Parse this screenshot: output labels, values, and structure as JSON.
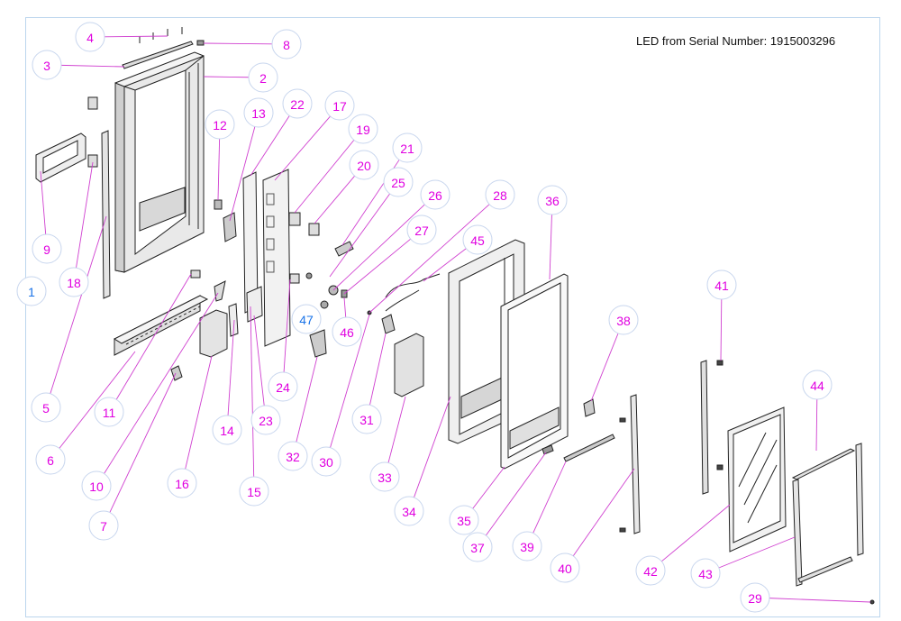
{
  "note": "LED from Serial Number: 1915003296",
  "colors": {
    "callout": "#e000e0",
    "callout_blue": "#1a73e8",
    "circle_stroke": "#c8d6ee",
    "leader": "#d040d0",
    "line": "#222222"
  },
  "callouts": [
    {
      "n": "1",
      "blue": true
    },
    {
      "n": "2"
    },
    {
      "n": "3"
    },
    {
      "n": "4"
    },
    {
      "n": "5"
    },
    {
      "n": "6"
    },
    {
      "n": "7"
    },
    {
      "n": "8"
    },
    {
      "n": "9"
    },
    {
      "n": "10"
    },
    {
      "n": "11"
    },
    {
      "n": "12"
    },
    {
      "n": "13"
    },
    {
      "n": "14"
    },
    {
      "n": "15"
    },
    {
      "n": "16"
    },
    {
      "n": "17"
    },
    {
      "n": "18"
    },
    {
      "n": "19"
    },
    {
      "n": "20"
    },
    {
      "n": "21"
    },
    {
      "n": "22"
    },
    {
      "n": "23"
    },
    {
      "n": "24"
    },
    {
      "n": "25"
    },
    {
      "n": "26"
    },
    {
      "n": "27"
    },
    {
      "n": "28"
    },
    {
      "n": "29"
    },
    {
      "n": "30"
    },
    {
      "n": "31"
    },
    {
      "n": "32"
    },
    {
      "n": "33"
    },
    {
      "n": "34"
    },
    {
      "n": "35"
    },
    {
      "n": "36"
    },
    {
      "n": "37"
    },
    {
      "n": "38"
    },
    {
      "n": "39"
    },
    {
      "n": "40"
    },
    {
      "n": "41"
    },
    {
      "n": "42"
    },
    {
      "n": "43"
    },
    {
      "n": "44"
    },
    {
      "n": "45"
    },
    {
      "n": "46"
    },
    {
      "n": "47",
      "blue": true
    }
  ]
}
